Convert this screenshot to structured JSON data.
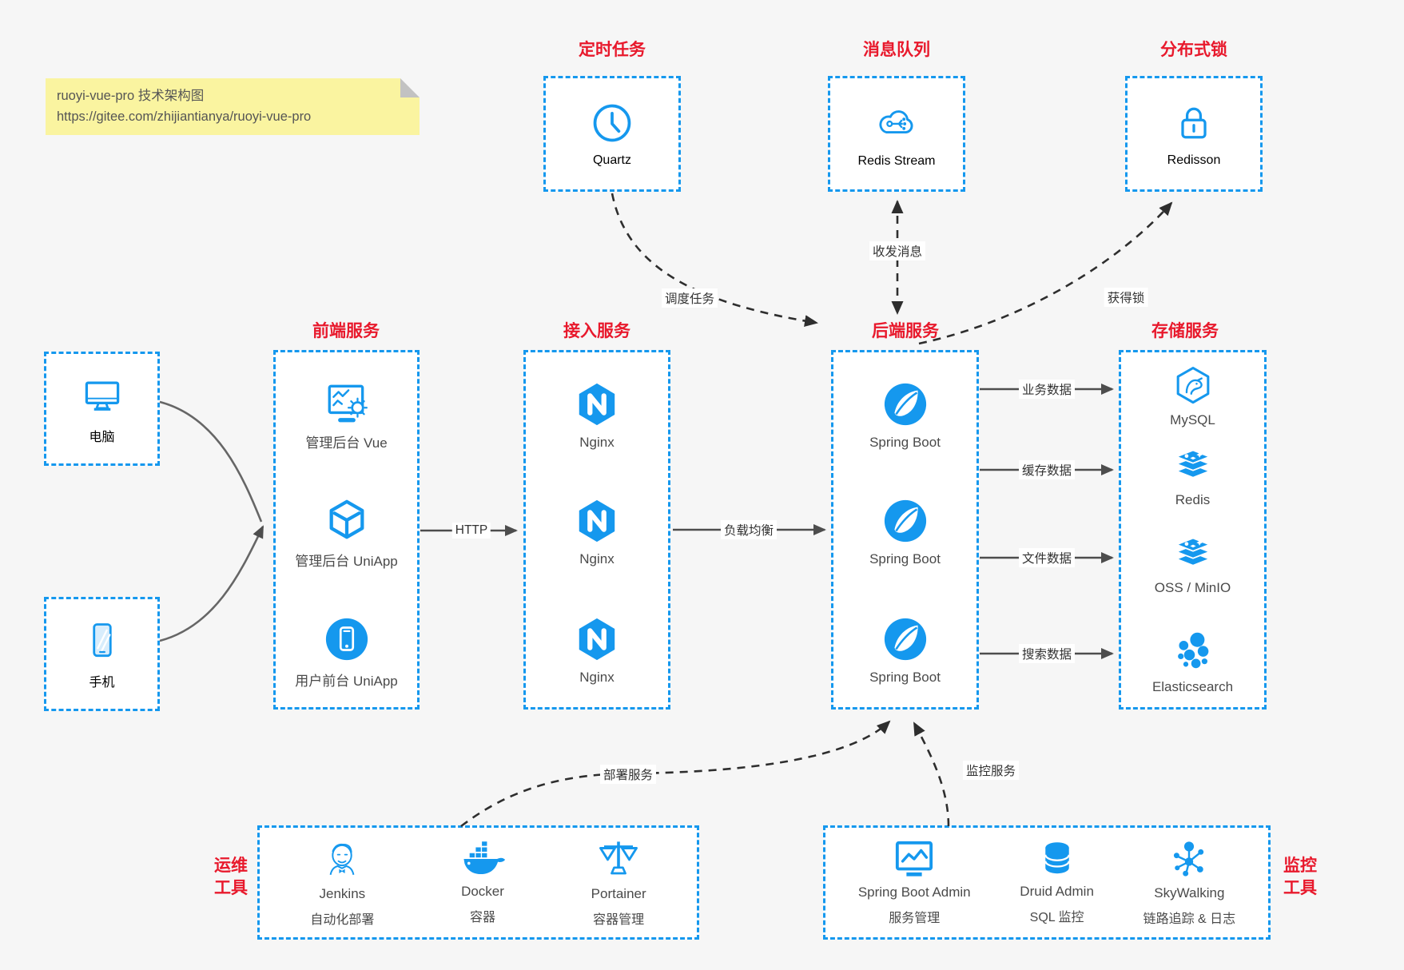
{
  "note": {
    "line1": "ruoyi-vue-pro 技术架构图",
    "line2": "https://gitee.com/zhijiantianya/ruoyi-vue-pro"
  },
  "colors": {
    "blue": "#1598ee",
    "red": "#e8192c",
    "text": "#4a4a4a",
    "solid_arrow": "#4d4d4d",
    "dashed_arrow": "#2e2e2e",
    "note_bg": "#faf4a0"
  },
  "top_services": [
    {
      "title": "定时任务",
      "label": "Quartz",
      "icon": "clock-icon"
    },
    {
      "title": "消息队列",
      "label": "Redis Stream",
      "icon": "cloud-network-icon"
    },
    {
      "title": "分布式锁",
      "label": "Redisson",
      "icon": "lock-icon"
    }
  ],
  "clients": [
    {
      "label": "电脑",
      "icon": "desktop-icon"
    },
    {
      "label": "手机",
      "icon": "phone-icon"
    }
  ],
  "columns": {
    "frontend": {
      "title": "前端服务",
      "items": [
        {
          "label": "管理后台 Vue",
          "icon": "admin-vue-icon"
        },
        {
          "label": "管理后台 UniApp",
          "icon": "uniapp-cube-icon"
        },
        {
          "label": "用户前台 UniApp",
          "icon": "user-app-icon"
        }
      ]
    },
    "gateway": {
      "title": "接入服务",
      "items": [
        {
          "label": "Nginx",
          "icon": "nginx-icon"
        },
        {
          "label": "Nginx",
          "icon": "nginx-icon"
        },
        {
          "label": "Nginx",
          "icon": "nginx-icon"
        }
      ]
    },
    "backend": {
      "title": "后端服务",
      "items": [
        {
          "label": "Spring Boot",
          "icon": "spring-icon"
        },
        {
          "label": "Spring Boot",
          "icon": "spring-icon"
        },
        {
          "label": "Spring Boot",
          "icon": "spring-icon"
        }
      ]
    },
    "storage": {
      "title": "存储服务",
      "items": [
        {
          "label": "MySQL",
          "icon": "mysql-icon"
        },
        {
          "label": "Redis",
          "icon": "redis-icon"
        },
        {
          "label": "OSS / MinIO",
          "icon": "oss-icon"
        },
        {
          "label": "Elasticsearch",
          "icon": "elasticsearch-icon"
        }
      ]
    }
  },
  "edges": {
    "http": "HTTP",
    "load_balance": "负载均衡",
    "schedule": "调度任务",
    "mq": "收发消息",
    "lock": "获得锁",
    "business": "业务数据",
    "cache": "缓存数据",
    "file": "文件数据",
    "search": "搜索数据",
    "deploy": "部署服务",
    "monitor": "监控服务"
  },
  "ops": {
    "title_line1": "运维",
    "title_line2": "工具",
    "items": [
      {
        "name": "Jenkins",
        "desc": "自动化部署",
        "icon": "jenkins-icon"
      },
      {
        "name": "Docker",
        "desc": "容器",
        "icon": "docker-icon"
      },
      {
        "name": "Portainer",
        "desc": "容器管理",
        "icon": "portainer-icon"
      }
    ]
  },
  "monitoring": {
    "title_line1": "监控",
    "title_line2": "工具",
    "items": [
      {
        "name": "Spring Boot Admin",
        "desc": "服务管理",
        "icon": "spring-boot-admin-icon"
      },
      {
        "name": "Druid Admin",
        "desc": "SQL 监控",
        "icon": "druid-icon"
      },
      {
        "name": "SkyWalking",
        "desc": "链路追踪 & 日志",
        "icon": "skywalking-icon"
      }
    ]
  }
}
